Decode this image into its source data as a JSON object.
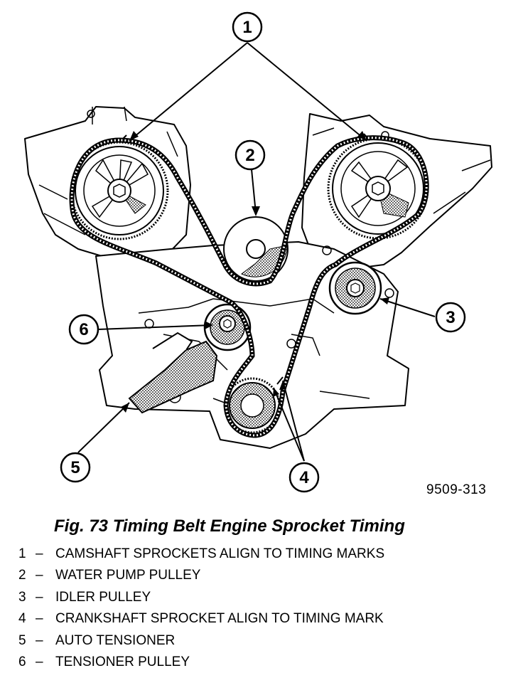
{
  "figure": {
    "reference_code": "9509-313",
    "caption": "Fig. 73 Timing Belt Engine Sprocket Timing"
  },
  "callouts": [
    {
      "number": "1",
      "label": "CAMSHAFT SPROCKETS ALIGN TO TIMING MARKS"
    },
    {
      "number": "2",
      "label": "WATER PUMP PULLEY"
    },
    {
      "number": "3",
      "label": "IDLER PULLEY"
    },
    {
      "number": "4",
      "label": "CRANKSHAFT SPROCKET ALIGN TO TIMING MARK"
    },
    {
      "number": "5",
      "label": "AUTO TENSIONER"
    },
    {
      "number": "6",
      "label": "TENSIONER PULLEY"
    }
  ],
  "legend_dash": "–"
}
